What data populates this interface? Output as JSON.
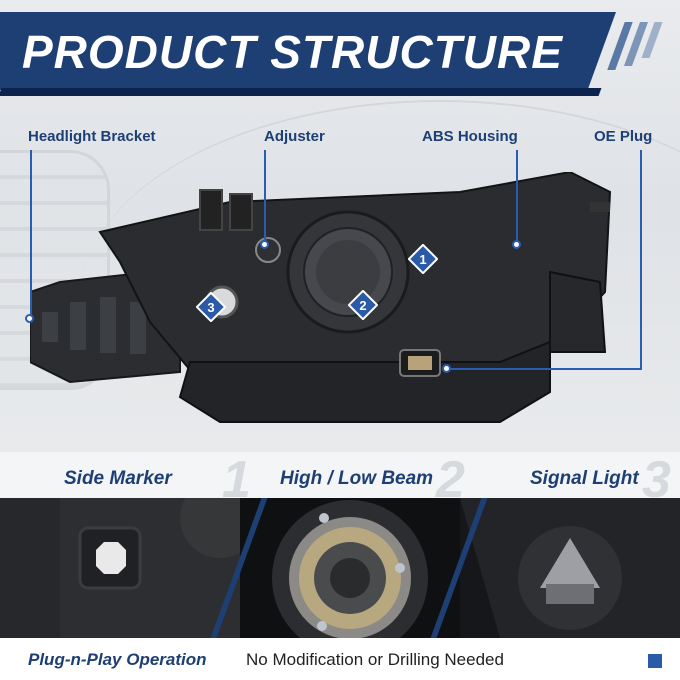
{
  "title": "PRODUCT STRUCTURE",
  "callouts": {
    "headlight_bracket": "Headlight Bracket",
    "adjuster": "Adjuster",
    "abs_housing": "ABS Housing",
    "oe_plug": "OE Plug"
  },
  "badges": [
    "1",
    "2",
    "3"
  ],
  "features": [
    {
      "label": "Side Marker",
      "number": "1"
    },
    {
      "label": "High / Low Beam",
      "number": "2"
    },
    {
      "label": "Signal Light",
      "number": "3"
    }
  ],
  "bottom": {
    "strong": "Plug-n-Play Operation",
    "normal": "No Modification or Drilling Needed"
  },
  "colors": {
    "brand_navy": "#1e3f73",
    "line_blue": "#2a5cb0",
    "badge_blue": "#2b5aa8"
  }
}
